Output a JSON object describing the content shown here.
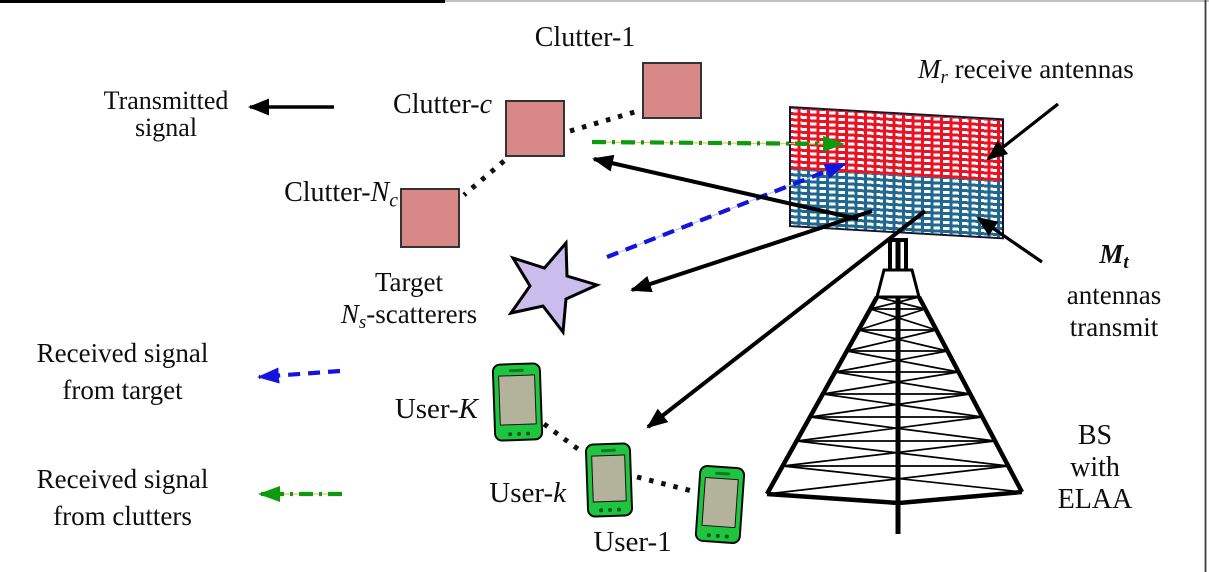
{
  "colors": {
    "clutter_fill": "#d98888",
    "star_fill": "#cbbcee",
    "phone_body": "#1ec53e",
    "phone_screen": "#b3b29a",
    "panel_red": "#e81423",
    "panel_blue": "#20688f",
    "arrow_black": "#000000",
    "arrow_blue": "#1414dd",
    "arrow_green": "#0d9a0d",
    "underlay_orange": "#f3bf72",
    "underlay_blue": "#b9cdf5"
  },
  "labels": {
    "clutter_1": "Clutter-1",
    "clutter_c": [
      {
        "t": "Clutter-"
      },
      {
        "t": "c",
        "s": "i"
      }
    ],
    "clutter_nc": [
      {
        "t": "Clutter-"
      },
      {
        "t": "N",
        "s": "i"
      },
      {
        "t": "c",
        "s": "sub"
      }
    ],
    "transmitted": {
      "line1": "Transmitted",
      "line2": "signal"
    },
    "target": {
      "line1": "Target",
      "line2": [
        {
          "t": "N",
          "s": "i"
        },
        {
          "t": "s",
          "s": "sub"
        },
        {
          "t": "-scatterers"
        }
      ]
    },
    "user_K": [
      {
        "t": "User-"
      },
      {
        "t": "K",
        "s": "i"
      }
    ],
    "user_k": [
      {
        "t": "User-"
      },
      {
        "t": "k",
        "s": "i"
      }
    ],
    "user_1": "User-1",
    "received_target": {
      "line1": "Received signal",
      "line2": "from target"
    },
    "received_clutters": {
      "line1": "Received signal",
      "line2": "from clutters"
    },
    "mr": [
      {
        "t": "M",
        "s": "i"
      },
      {
        "t": "r",
        "s": "sub"
      },
      {
        "t": " receive antennas"
      }
    ],
    "mt": {
      "line1": [
        {
          "t": "M",
          "s": "bi"
        },
        {
          "t": "t",
          "s": "bsub"
        }
      ],
      "line2": "antennas",
      "line3": "transmit"
    },
    "bs": {
      "line1": "BS",
      "line2": "with",
      "line3": "ELAA"
    }
  }
}
